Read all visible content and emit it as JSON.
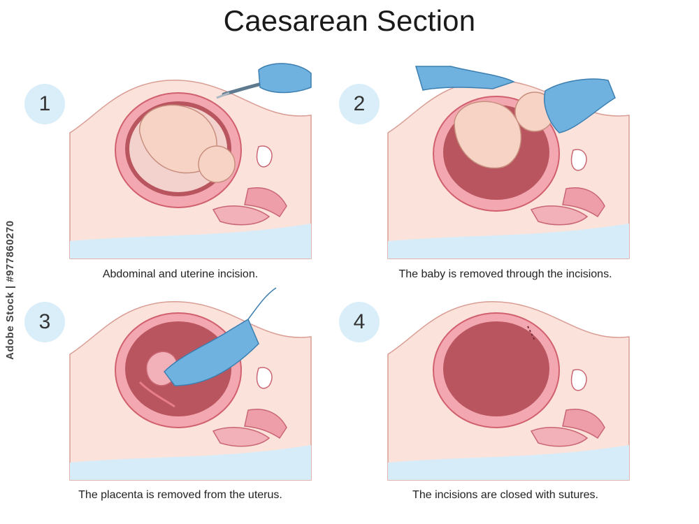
{
  "title": "Caesarean Section",
  "steps": [
    {
      "number": "1",
      "caption": "Abdominal and uterine incision."
    },
    {
      "number": "2",
      "caption": "The baby is removed through the incisions."
    },
    {
      "number": "3",
      "caption": "The placenta is removed from the uterus."
    },
    {
      "number": "4",
      "caption": "The incisions are closed with sutures."
    }
  ],
  "watermark": "Adobe Stock | #977860270",
  "colors": {
    "skin": "#fbe3dc",
    "uterus_wall": "#e87d8a",
    "uterus_inner": "#b9555f",
    "glove": "#6fb2e0",
    "background_base": "#d6ecf8",
    "number_circle": "#d9eef9"
  }
}
